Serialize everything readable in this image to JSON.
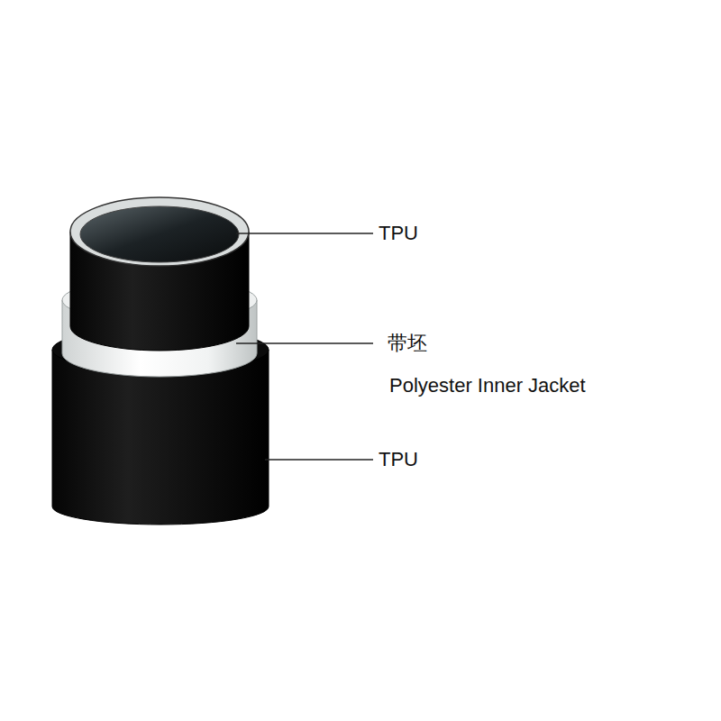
{
  "diagram": {
    "labels": [
      "TPU",
      "带坯",
      "Polyester Inner Jacket",
      "TPU"
    ]
  }
}
